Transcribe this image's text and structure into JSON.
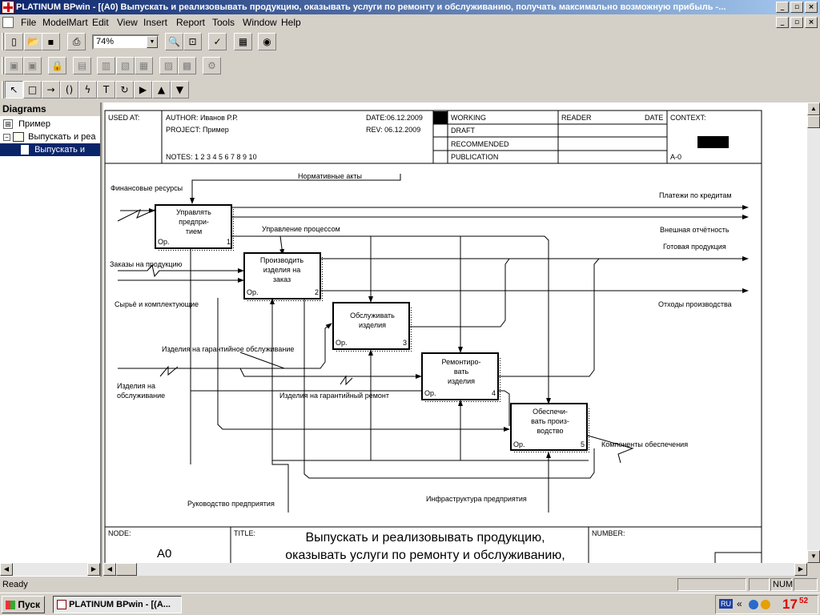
{
  "window": {
    "title": "PLATINUM BPwin - [(A0) Выпускать и реализовывать продукцию, оказывать услуги по ремонту и обслуживанию, получать максимально возможную прибыль -..."
  },
  "menu": [
    "File",
    "ModelMart",
    "Edit",
    "View",
    "Insert",
    "Report",
    "Tools",
    "Window",
    "Help"
  ],
  "toolbar": {
    "zoom": "74%"
  },
  "sidebar": {
    "title": "Diagrams",
    "items": [
      "Пример",
      "Выпускать и реа",
      "Выпускать и"
    ]
  },
  "idef0": {
    "header": {
      "used_at": "USED AT:",
      "author": "AUTHOR:  Иванов Р.Р.",
      "project": "PROJECT:  Пример",
      "date": "DATE:06.12.2009",
      "rev": "REV:  06.12.2009",
      "notes": "NOTES:  1  2  3  4  5  6  7  8  9  10",
      "status": [
        "WORKING",
        "DRAFT",
        "RECOMMENDED",
        "PUBLICATION"
      ],
      "reader": "READER",
      "date2": "DATE",
      "context": "CONTEXT:",
      "node_ref": "A-0"
    },
    "boxes": [
      {
        "text": "Управлять предпри-тием",
        "num": "1",
        "op": "Ор."
      },
      {
        "text": "Производить изделия на заказ",
        "num": "2",
        "op": "Ор."
      },
      {
        "text": "Обслуживать изделия",
        "num": "3",
        "op": "Ор."
      },
      {
        "text": "Ремонтиро-вать изделия",
        "num": "4",
        "op": "Ор."
      },
      {
        "text": "Обеспечи-вать произ-водство",
        "num": "5",
        "op": "Ор."
      }
    ],
    "arrows": {
      "normative": "Нормативные акты",
      "finance": "Финансовые ресурсы",
      "loans": "Платежи по кредитам",
      "reporting": "Внешная отчётность",
      "process_mgmt": "Управление процессом",
      "finished": "Готовая продукция",
      "orders": "Заказы на продукцию",
      "raw": "Сырьё и комплектующие",
      "waste": "Отходы производства",
      "warranty_service": "Изделия на гарантийное обслуживание",
      "for_service": "Изделия на обслуживание",
      "warranty_repair": "Изделия на гарантийный ремонт",
      "components": "Компоненты обеспечения",
      "management": "Руководство предприятия",
      "infra": "Инфраструктура предприятия"
    },
    "footer": {
      "node_label": "NODE:",
      "node": "A0",
      "title_label": "TITLE:",
      "title_line1": "Выпускать и реализовывать продукцию,",
      "title_line2": "оказывать услуги по ремонту и обслуживанию,",
      "number_label": "NUMBER:"
    }
  },
  "status": {
    "text": "Ready",
    "num": "NUM"
  },
  "taskbar": {
    "start": "Пуск",
    "task": "PLATINUM BPwin - [(A...",
    "lang": "RU",
    "time_h": "17",
    "time_m": "52"
  }
}
